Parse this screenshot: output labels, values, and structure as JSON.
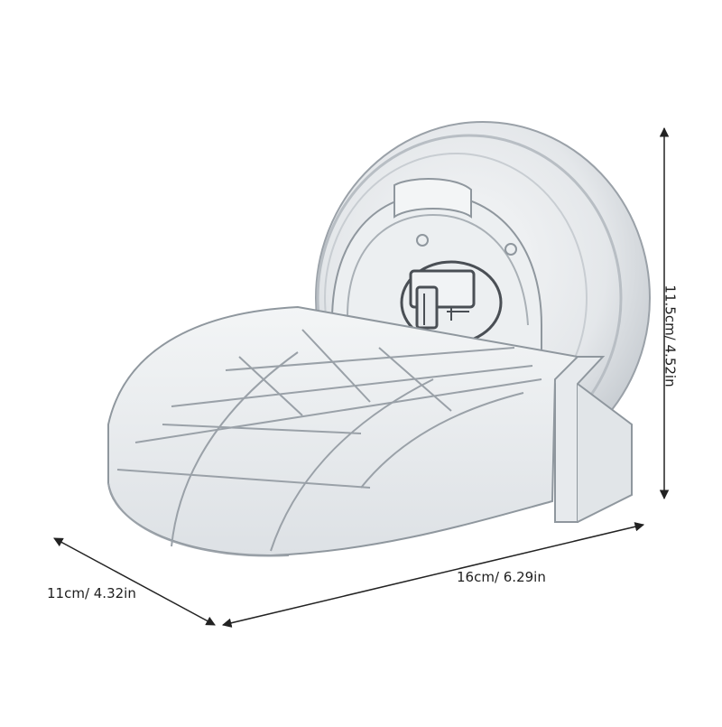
{
  "product": {
    "name": "suction-cup-soap-holder",
    "material_color": "#dfe3e7",
    "outline_color": "#8f979e",
    "dark_color": "#4a4f55"
  },
  "dimensions": {
    "height": {
      "label": "11.5cm/ 4.52in",
      "value_cm": 11.5,
      "value_in": 4.52
    },
    "width": {
      "label": "16cm/ 6.29in",
      "value_cm": 16,
      "value_in": 6.29
    },
    "depth": {
      "label": "11cm/ 4.32in",
      "value_cm": 11,
      "value_in": 4.32
    }
  },
  "dimension_line_color": "#222222"
}
